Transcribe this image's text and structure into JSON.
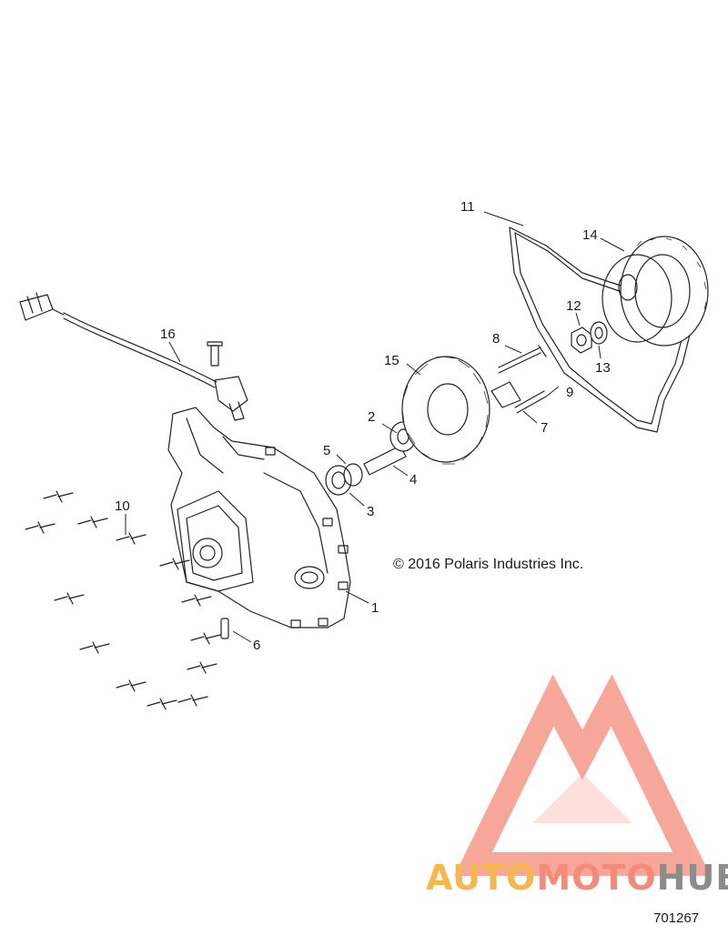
{
  "copyright": "© 2016 Polaris Industries Inc.",
  "figure_number": "701267",
  "watermark": {
    "segments": [
      {
        "text": "AUTO",
        "color": "#f6b84a"
      },
      {
        "text": "MOTO",
        "color": "#f58a78"
      },
      {
        "text": "HUB",
        "color": "#8c8c8c"
      }
    ],
    "logo_color": "#f58a78"
  },
  "callouts": {
    "c1": "1",
    "c2": "2",
    "c3": "3",
    "c4": "4",
    "c5": "5",
    "c6": "6",
    "c7": "7",
    "c8": "8",
    "c9": "9",
    "c10": "10",
    "c11": "11",
    "c12": "12",
    "c13": "13",
    "c14": "14",
    "c15": "15",
    "c16": "16"
  }
}
